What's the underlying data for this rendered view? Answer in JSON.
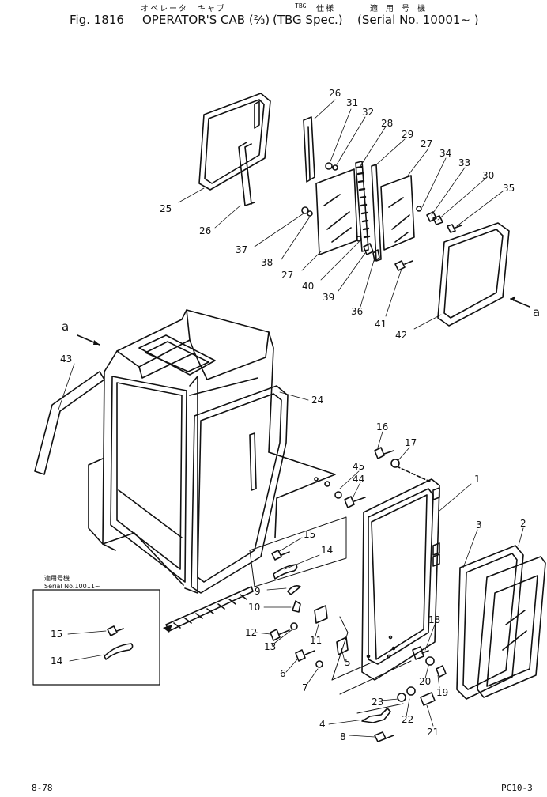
{
  "header": {
    "jp_title": "オペレータ　キャブ",
    "tbg_small": "TBG",
    "tbg_jp": "仕様",
    "serial_jp": "適 用 号 機",
    "fig": "Fig. 1816",
    "title": "OPERATOR'S CAB (⅔)",
    "spec": "(TBG Spec.)",
    "serial": "(Serial No. 10001~ )"
  },
  "callouts": [
    "1",
    "2",
    "3",
    "4",
    "5",
    "6",
    "7",
    "8",
    "9",
    "10",
    "11",
    "12",
    "13",
    "14",
    "15",
    "16",
    "17",
    "18",
    "19",
    "20",
    "21",
    "22",
    "23",
    "24",
    "25",
    "26",
    "26",
    "27",
    "27",
    "28",
    "29",
    "30",
    "31",
    "32",
    "33",
    "34",
    "35",
    "36",
    "37",
    "38",
    "39",
    "40",
    "41",
    "42",
    "43",
    "44",
    "45"
  ],
  "view_arrow": "a",
  "inset": {
    "title_jp": "適用号機",
    "title": "Serial No.10011~",
    "labels": [
      "15",
      "14"
    ]
  },
  "footer": {
    "left": "8-78",
    "right": "PC10-3"
  }
}
